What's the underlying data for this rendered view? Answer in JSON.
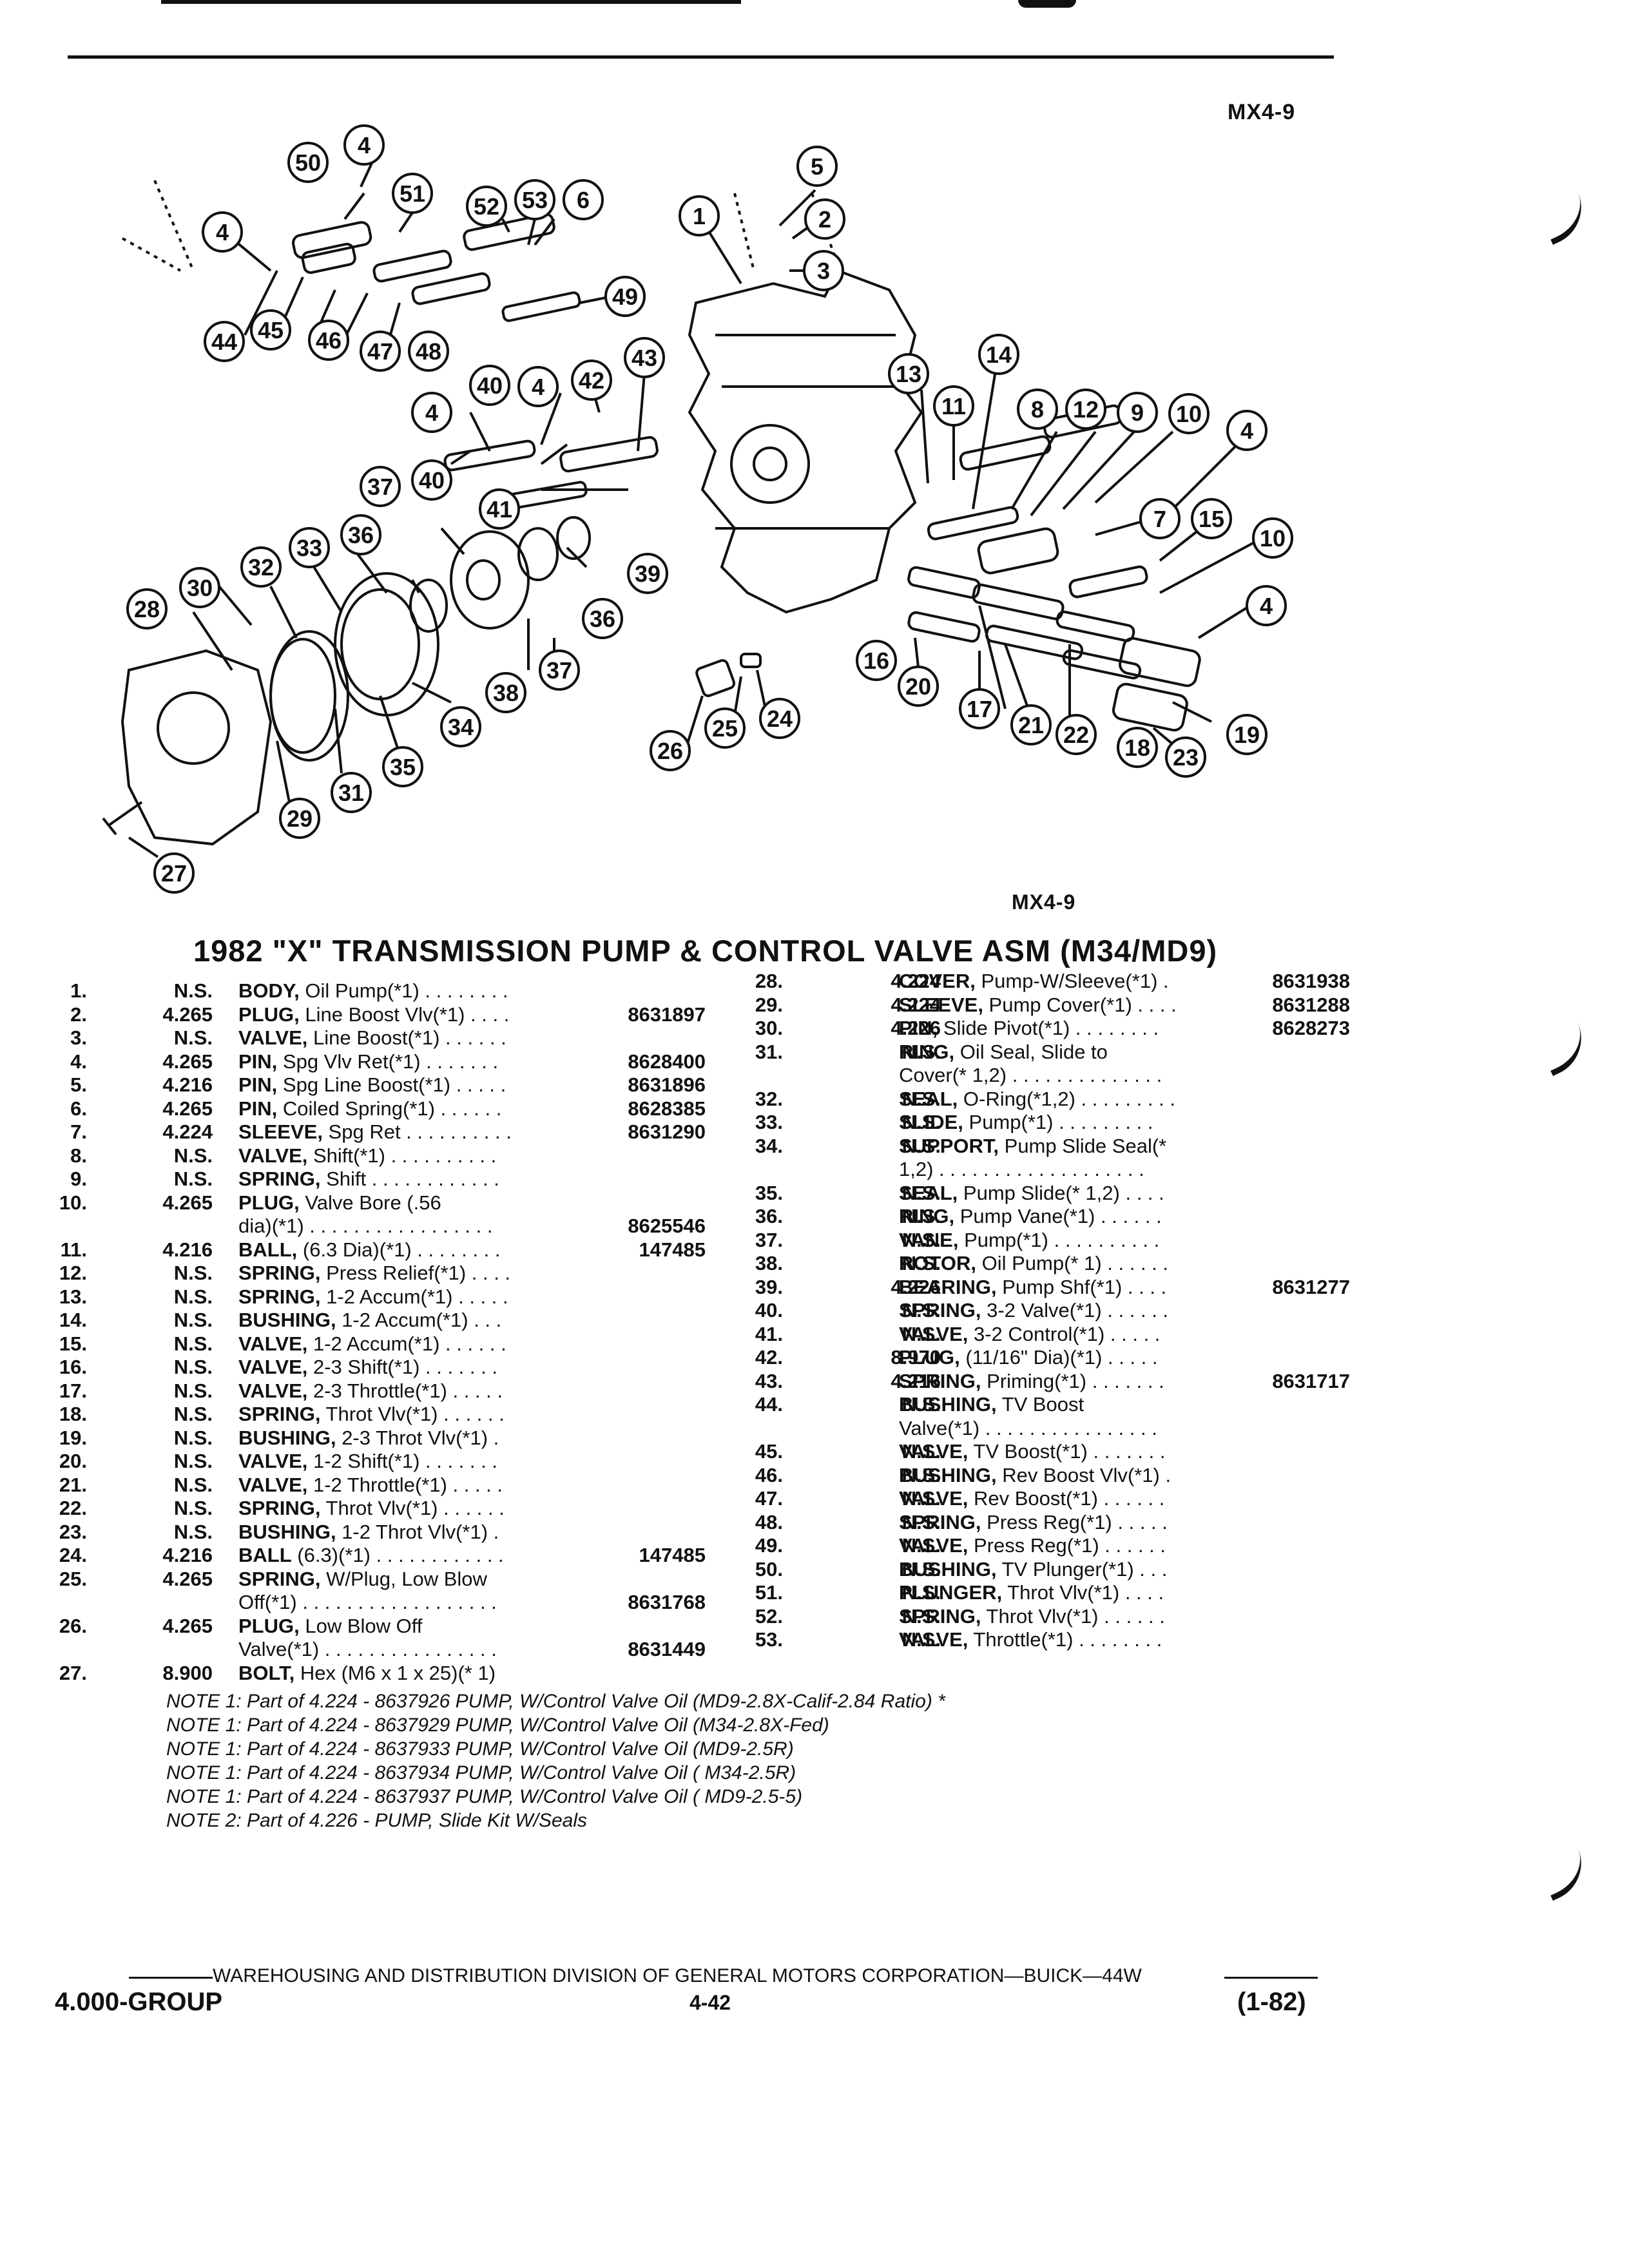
{
  "header": {
    "figure_code_top": "MX4-9",
    "figure_code_bottom": "MX4-9"
  },
  "diagram": {
    "callouts": [
      "1",
      "2",
      "3",
      "4",
      "5",
      "6",
      "7",
      "8",
      "9",
      "10",
      "11",
      "12",
      "13",
      "14",
      "15",
      "16",
      "17",
      "18",
      "19",
      "20",
      "21",
      "22",
      "23",
      "24",
      "25",
      "26",
      "27",
      "28",
      "29",
      "30",
      "31",
      "32",
      "33",
      "34",
      "35",
      "36",
      "37",
      "38",
      "39",
      "40",
      "41",
      "42",
      "43",
      "44",
      "45",
      "46",
      "47",
      "48",
      "49",
      "50",
      "51",
      "52",
      "53"
    ]
  },
  "title": "1982 \"X\" TRANSMISSION PUMP & CONTROL VALVE ASM (M34/MD9)",
  "parts_left": [
    {
      "num": "1.",
      "grp": "N.S.",
      "name": "BODY,",
      "desc": " Oil Pump(*1) . . . . . . . .",
      "pn": ""
    },
    {
      "num": "2.",
      "grp": "4.265",
      "name": "PLUG,",
      "desc": " Line Boost Vlv(*1) . . . .",
      "pn": "8631897"
    },
    {
      "num": "3.",
      "grp": "N.S.",
      "name": "VALVE,",
      "desc": " Line Boost(*1) . . . . . .",
      "pn": ""
    },
    {
      "num": "4.",
      "grp": "4.265",
      "name": "PIN,",
      "desc": " Spg Vlv Ret(*1) . . . . . . .",
      "pn": "8628400"
    },
    {
      "num": "5.",
      "grp": "4.216",
      "name": "PIN,",
      "desc": " Spg Line Boost(*1) . . . . .",
      "pn": "8631896"
    },
    {
      "num": "6.",
      "grp": "4.265",
      "name": "PIN,",
      "desc": " Coiled Spring(*1) . . . . . .",
      "pn": "8628385"
    },
    {
      "num": "7.",
      "grp": "4.224",
      "name": "SLEEVE,",
      "desc": " Spg Ret . . . . . . . . . .",
      "pn": "8631290"
    },
    {
      "num": "8.",
      "grp": "N.S.",
      "name": "VALVE,",
      "desc": " Shift(*1) . . . . . . . . . .",
      "pn": ""
    },
    {
      "num": "9.",
      "grp": "N.S.",
      "name": "SPRING,",
      "desc": " Shift . . . . . . . . . . . .",
      "pn": ""
    },
    {
      "num": "10.",
      "grp": "4.265",
      "name": "PLUG,",
      "desc": " Valve Bore (.56",
      "desc2": "dia)(*1) . . . . . . . . . . . . . . . . .",
      "pn": "8625546"
    },
    {
      "num": "11.",
      "grp": "4.216",
      "name": "BALL,",
      "desc": " (6.3 Dia)(*1) . . . . . . . .",
      "pn": "147485"
    },
    {
      "num": "12.",
      "grp": "N.S.",
      "name": "SPRING,",
      "desc": " Press Relief(*1) . . . .",
      "pn": ""
    },
    {
      "num": "13.",
      "grp": "N.S.",
      "name": "SPRING,",
      "desc": " 1-2 Accum(*1) . . . . .",
      "pn": ""
    },
    {
      "num": "14.",
      "grp": "N.S.",
      "name": "BUSHING,",
      "desc": " 1-2 Accum(*1) . . .",
      "pn": ""
    },
    {
      "num": "15.",
      "grp": "N.S.",
      "name": "VALVE,",
      "desc": " 1-2 Accum(*1) . . . . . .",
      "pn": ""
    },
    {
      "num": "16.",
      "grp": "N.S.",
      "name": "VALVE,",
      "desc": " 2-3 Shift(*1) . . . . . . .",
      "pn": ""
    },
    {
      "num": "17.",
      "grp": "N.S.",
      "name": "VALVE,",
      "desc": " 2-3 Throttle(*1) . . . . .",
      "pn": ""
    },
    {
      "num": "18.",
      "grp": "N.S.",
      "name": "SPRING,",
      "desc": " Throt Vlv(*1) . . . . . .",
      "pn": ""
    },
    {
      "num": "19.",
      "grp": "N.S.",
      "name": "BUSHING,",
      "desc": " 2-3 Throt Vlv(*1) .",
      "pn": ""
    },
    {
      "num": "20.",
      "grp": "N.S.",
      "name": "VALVE,",
      "desc": " 1-2 Shift(*1) . . . . . . .",
      "pn": ""
    },
    {
      "num": "21.",
      "grp": "N.S.",
      "name": "VALVE,",
      "desc": " 1-2 Throttle(*1) . . . . .",
      "pn": ""
    },
    {
      "num": "22.",
      "grp": "N.S.",
      "name": "SPRING,",
      "desc": " Throt Vlv(*1) . . . . . .",
      "pn": ""
    },
    {
      "num": "23.",
      "grp": "N.S.",
      "name": "BUSHING,",
      "desc": " 1-2 Throt Vlv(*1) .",
      "pn": ""
    },
    {
      "num": "24.",
      "grp": "4.216",
      "name": "BALL",
      "desc": " (6.3)(*1) . . . . . . . . . . . .",
      "pn": "147485"
    },
    {
      "num": "25.",
      "grp": "4.265",
      "name": "SPRING,",
      "desc": " W/Plug, Low Blow",
      "desc2": "Off(*1) . . . . . . . . . . . . . . . . . .",
      "pn": "8631768"
    },
    {
      "num": "26.",
      "grp": "4.265",
      "name": "PLUG,",
      "desc": " Low Blow Off",
      "desc2": "Valve(*1) . . . . . . . . . . . . . . . .",
      "pn": "8631449"
    },
    {
      "num": "27.",
      "grp": "8.900",
      "name": "BOLT,",
      "desc": " Hex (M6 x 1 x 25)(* 1)",
      "pn": ""
    }
  ],
  "parts_right": [
    {
      "num": "28.",
      "grp": "4.224",
      "name": "COVER,",
      "desc": " Pump-W/Sleeve(*1) .",
      "pn": "8631938"
    },
    {
      "num": "29.",
      "grp": "4.224",
      "name": "SLEEVE,",
      "desc": " Pump Cover(*1) . . . .",
      "pn": "8631288"
    },
    {
      "num": "30.",
      "grp": "4.226",
      "name": "PIN,",
      "desc": " Slide Pivot(*1) . . . . . . . .",
      "pn": "8628273"
    },
    {
      "num": "31.",
      "grp": "N.S.",
      "name": "RING,",
      "desc": " Oil Seal, Slide to",
      "desc2": "Cover(* 1,2) . . . . . . . . . . . . . .",
      "pn": ""
    },
    {
      "num": "32.",
      "grp": "N.S.",
      "name": "SEAL,",
      "desc": " O-Ring(*1,2) . . . . . . . . .",
      "pn": ""
    },
    {
      "num": "33.",
      "grp": "N.S.",
      "name": "SLIDE,",
      "desc": " Pump(*1) . . . . . . . . .",
      "pn": ""
    },
    {
      "num": "34.",
      "grp": "N.S.",
      "name": "SUPPORT,",
      "desc": " Pump Slide Seal(*",
      "desc2": "1,2) . . . . . . . . . . . . . . . . . . .",
      "pn": ""
    },
    {
      "num": "35.",
      "grp": "N.S.",
      "name": "SEAL,",
      "desc": " Pump Slide(* 1,2) . . . .",
      "pn": ""
    },
    {
      "num": "36.",
      "grp": "N.S.",
      "name": "RING,",
      "desc": " Pump Vane(*1) . . . . . .",
      "pn": ""
    },
    {
      "num": "37.",
      "grp": "N.S.",
      "name": "VANE,",
      "desc": " Pump(*1) . . . . . . . . . .",
      "pn": ""
    },
    {
      "num": "38.",
      "grp": "N.S.",
      "name": "ROTOR,",
      "desc": " Oil Pump(* 1) . . . . . .",
      "pn": ""
    },
    {
      "num": "39.",
      "grp": "4.226",
      "name": "BEARING,",
      "desc": " Pump Shf(*1) . . . .",
      "pn": "8631277"
    },
    {
      "num": "40.",
      "grp": "N.S.",
      "name": "SPRING,",
      "desc": " 3-2 Valve(*1) . . . . . .",
      "pn": ""
    },
    {
      "num": "41.",
      "grp": "N.S.",
      "name": "VALVE,",
      "desc": " 3-2 Control(*1) . . . . .",
      "pn": ""
    },
    {
      "num": "42.",
      "grp": "8.970",
      "name": "PLUG,",
      "desc": " (11/16\" Dia)(*1) . . . . .",
      "pn": ""
    },
    {
      "num": "43.",
      "grp": "4.216",
      "name": "SPRING,",
      "desc": " Priming(*1) . . . . . . .",
      "pn": "8631717"
    },
    {
      "num": "44.",
      "grp": "N.S.",
      "name": "BUSHING,",
      "desc": " TV Boost",
      "desc2": "Valve(*1) . . . . . . . . . . . . . . . .",
      "pn": ""
    },
    {
      "num": "45.",
      "grp": "N.S.",
      "name": "VALVE,",
      "desc": " TV Boost(*1) . . . . . . .",
      "pn": ""
    },
    {
      "num": "46.",
      "grp": "N.S.",
      "name": "BUSHING,",
      "desc": " Rev Boost Vlv(*1) .",
      "pn": ""
    },
    {
      "num": "47.",
      "grp": "N.S.",
      "name": "VALVE,",
      "desc": " Rev Boost(*1) . . . . . .",
      "pn": ""
    },
    {
      "num": "48.",
      "grp": "N.S.",
      "name": "SPRING,",
      "desc": " Press Reg(*1) . . . . .",
      "pn": ""
    },
    {
      "num": "49.",
      "grp": "N.S.",
      "name": "VALVE,",
      "desc": " Press Reg(*1) . . . . . .",
      "pn": ""
    },
    {
      "num": "50.",
      "grp": "N.S.",
      "name": "BUSHING,",
      "desc": " TV Plunger(*1) . . .",
      "pn": ""
    },
    {
      "num": "51.",
      "grp": "N.S.",
      "name": "PLUNGER,",
      "desc": " Throt Vlv(*1) . . . .",
      "pn": ""
    },
    {
      "num": "52.",
      "grp": "N.S.",
      "name": "SPRING,",
      "desc": " Throt Vlv(*1) . . . . . .",
      "pn": ""
    },
    {
      "num": "53.",
      "grp": "N.S.",
      "name": "VALVE,",
      "desc": " Throttle(*1) . . . . . . . .",
      "pn": ""
    }
  ],
  "notes": [
    "NOTE 1: Part of 4.224 - 8637926 PUMP, W/Control Valve Oil (MD9-2.8X-Calif-2.84 Ratio)  *",
    "NOTE 1: Part of 4.224 - 8637929 PUMP, W/Control Valve Oil (M34-2.8X-Fed)",
    "NOTE 1: Part of 4.224 - 8637933 PUMP, W/Control Valve Oil (MD9-2.5R)",
    "NOTE 1: Part of 4.224 - 8637934 PUMP, W/Control Valve Oil ( M34-2.5R)",
    "NOTE 1: Part of 4.224 - 8637937 PUMP, W/Control Valve Oil ( MD9-2.5-5)",
    "NOTE 2: Part of 4.226 - PUMP, Slide Kit W/Seals"
  ],
  "footer": {
    "division": "WAREHOUSING AND DISTRIBUTION  DIVISION OF GENERAL MOTORS CORPORATION—BUICK—44W",
    "group": "4.000-GROUP",
    "page": "4-42",
    "date": "(1-82)"
  }
}
